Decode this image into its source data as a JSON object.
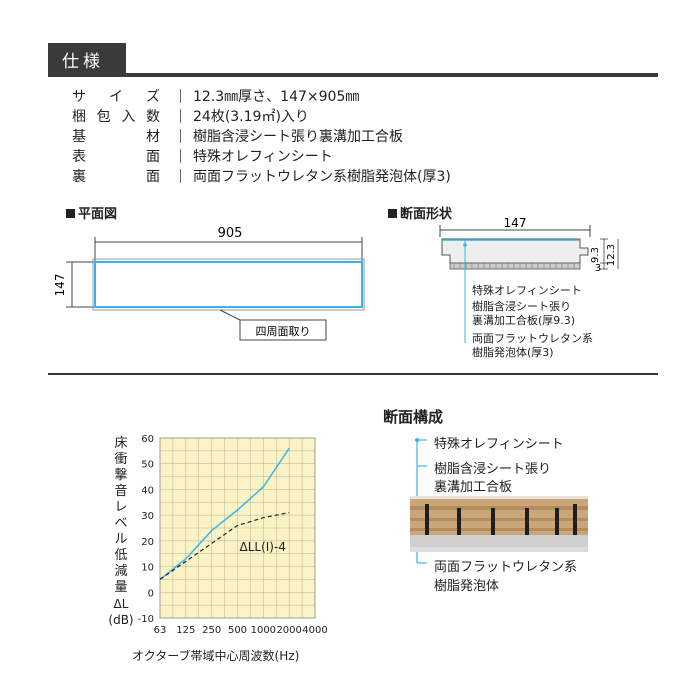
{
  "header": {
    "title": "仕様"
  },
  "specs": [
    {
      "label": [
        "サ",
        "イ",
        "ズ"
      ],
      "value": "12.3㎜厚さ、147×905㎜"
    },
    {
      "label": [
        "梱",
        "包",
        "入",
        "数"
      ],
      "value": "24枚(3.19㎡)入り"
    },
    {
      "label": [
        "基",
        "材"
      ],
      "value": "樹脂含浸シート張り裏溝加工合板"
    },
    {
      "label": [
        "表",
        "面"
      ],
      "value": "特殊オレフィンシート"
    },
    {
      "label": [
        "裏",
        "面"
      ],
      "value": "両面フラットウレタン系樹脂発泡体(厚3)"
    }
  ],
  "plan_view": {
    "title": "平面図",
    "length": "905",
    "width": "147",
    "note": "四周面取り"
  },
  "section_shape": {
    "title": "断面形状",
    "width": "147",
    "dims": [
      "9.3",
      "12.3",
      "3"
    ],
    "labels": [
      "特殊オレフィンシート",
      "樹脂含浸シート張り",
      "裏溝加工合板(厚9.3)",
      "両面フラットウレタン系",
      "樹脂発泡体(厚3)"
    ]
  },
  "section_structure": {
    "title": "断面構成",
    "labels": [
      "特殊オレフィンシート",
      "樹脂含浸シート張り",
      "裏溝加工合板",
      "両面フラットウレタン系",
      "樹脂発泡体"
    ]
  },
  "colors": {
    "accent": "#3ab4e8",
    "chart_bg": "#faf3c6",
    "header_bg": "#3a3a3a",
    "wood": "#c9a77a"
  },
  "chart_data": {
    "type": "line",
    "ylabel": [
      "床",
      "衝",
      "撃",
      "音",
      "レ",
      "ベ",
      "ル",
      "低",
      "減",
      "量",
      "ΔL",
      "(dB)"
    ],
    "xlabel": "オクターブ帯域中心周波数(Hz)",
    "x": [
      "63",
      "125",
      "250",
      "500",
      "1000",
      "2000",
      "4000"
    ],
    "ylim": [
      -10,
      60
    ],
    "yticks": [
      60,
      50,
      40,
      30,
      20,
      10,
      0,
      -10
    ],
    "grid": true,
    "annotation": "ΔLL(Ⅰ)-4",
    "series": [
      {
        "style": "solid",
        "color": "#3ab4e8",
        "values": [
          5,
          13,
          24,
          32,
          41,
          56
        ]
      },
      {
        "style": "dashed",
        "color": "#222222",
        "values": [
          5,
          12,
          19,
          26,
          29,
          31
        ]
      }
    ]
  }
}
